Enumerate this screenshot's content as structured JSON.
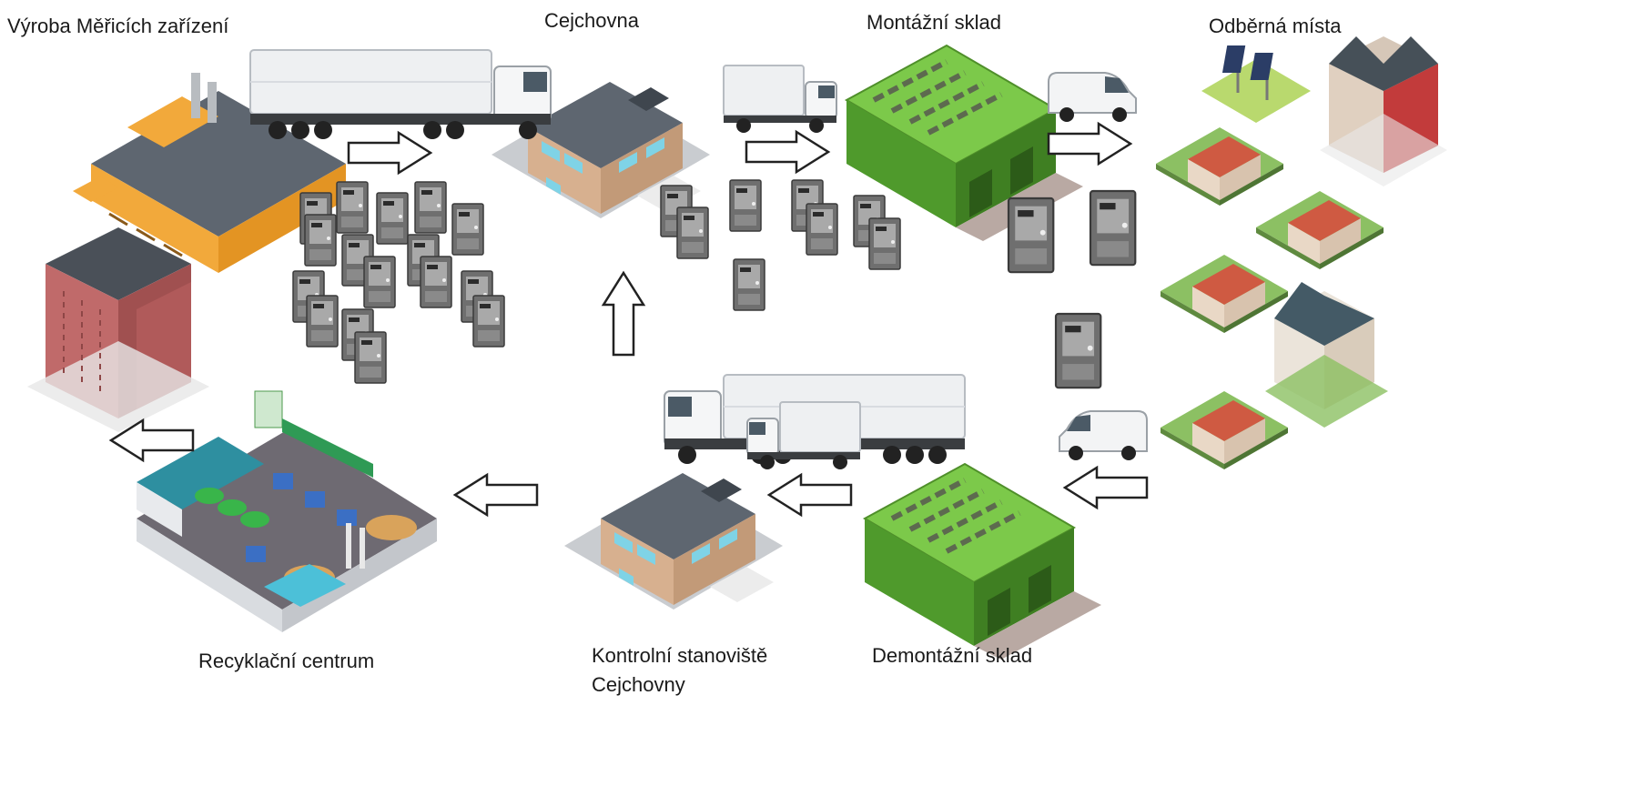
{
  "labels": {
    "production": "Výroba Měřicích zařízení",
    "calibration": "Cejchovna",
    "assembly_warehouse": "Montážní sklad",
    "consumption_points": "Odběrná místa",
    "recycling_center": "Recyklační centrum",
    "control_station_line1": "Kontrolní stanoviště",
    "control_station_line2": "Cejchovny",
    "disassembly_warehouse": "Demontážní sklad"
  },
  "icons": {
    "factory": "factory-icon",
    "old_factory": "brick-building-icon",
    "calibration": "calibration-building-icon",
    "warehouse": "green-warehouse-icon",
    "houses": "house-icon",
    "recycling": "recycling-plant-icon",
    "semi_truck": "semi-truck-icon",
    "box_truck": "box-truck-icon",
    "van": "van-icon",
    "meter": "electricity-meter-icon",
    "arrow": "hollow-arrow-icon"
  },
  "colors": {
    "warehouse_green": "#6cbf3a",
    "brick_red": "#b05a5a",
    "factory_orange": "#f2a93b",
    "building_tan": "#d8b08c",
    "meter_gray": "#7a7a7a",
    "truck_white": "#f2f2f2",
    "arrow_stroke": "#222222"
  }
}
